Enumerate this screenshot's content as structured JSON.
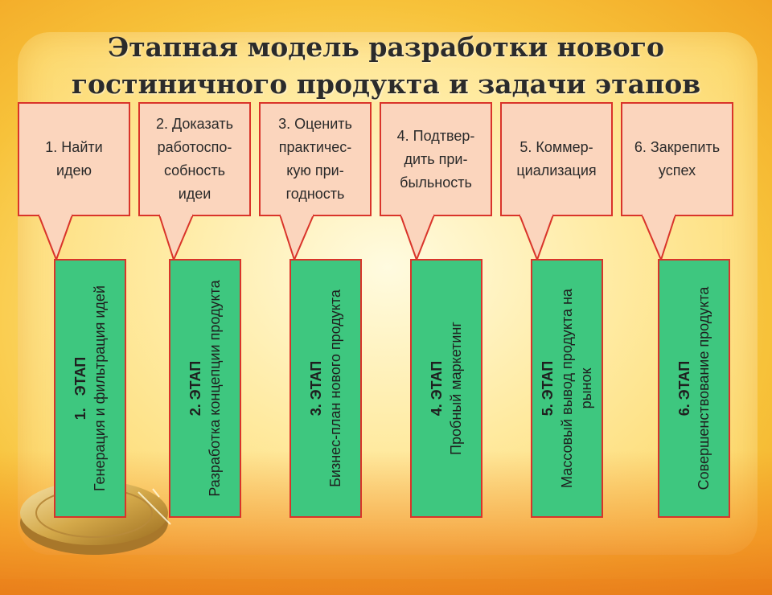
{
  "title": "Этапная модель разработки нового\nгостиничного продукта и задачи этапов",
  "colors": {
    "callout_fill": "#fbd5bd",
    "border": "#d9342a",
    "stage_fill": "#3ec77f",
    "background": "#ffe27a"
  },
  "tasks": [
    "1. Найти\nидею",
    "2. Доказать\nработоспо-\nсобность\nидеи",
    "3. Оценить\nпрактичес-\nкую при-\nгодность",
    "4. Подтвер-\nдить при-\nбыльность",
    "5. Коммер-\nциализация",
    "6. Закрепить\nуспех"
  ],
  "stages": [
    {
      "num": "1.   ЭТАП",
      "text": "Генерация и фильтрация идей"
    },
    {
      "num": "2. ЭТАП",
      "text": "Разработка концепции продукта"
    },
    {
      "num": "3. ЭТАП",
      "text": "Бизнес-план нового продукта"
    },
    {
      "num": "4. ЭТАП",
      "text": "Пробный маркетинг"
    },
    {
      "num": "5. ЭТАП",
      "text": "Массовый вывод продукта на рынок"
    },
    {
      "num": "6. ЭТАП",
      "text": "Совершенствование продукта"
    }
  ]
}
